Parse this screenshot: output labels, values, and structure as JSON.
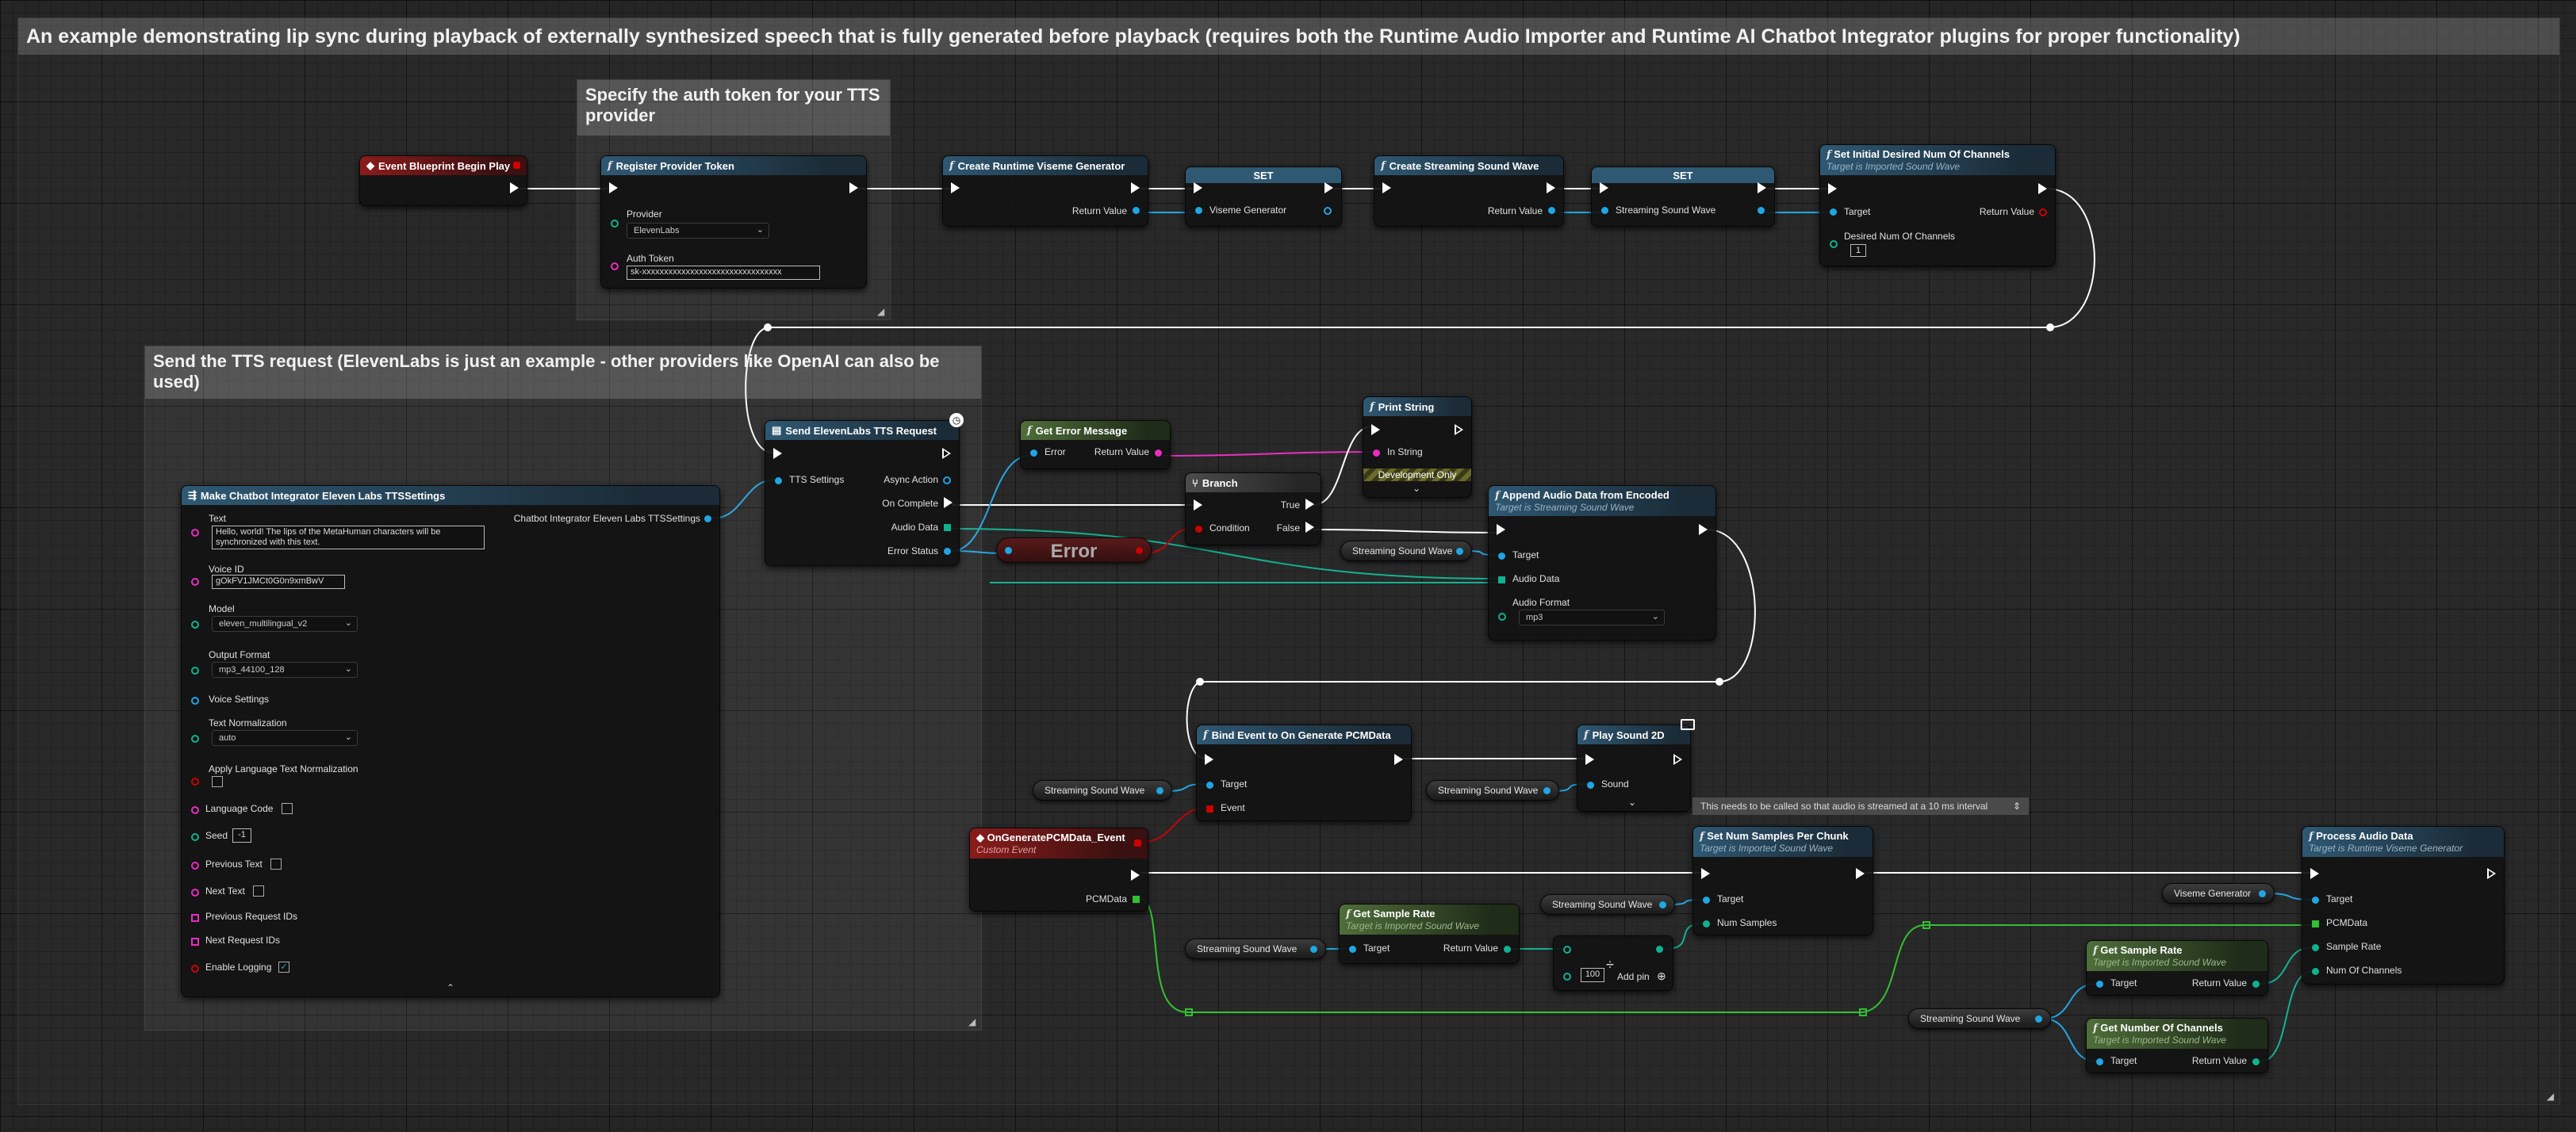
{
  "banner": "An example demonstrating lip sync during playback of externally synthesized speech that is fully generated before playback (requires both the Runtime Audio Importer and Runtime AI Chatbot Integrator plugins for proper functionality)",
  "comments": {
    "auth": "Specify the auth token for your TTS provider",
    "tts": "Send the TTS request (ElevenLabs is just an example - other providers like OpenAI can also be used)"
  },
  "nodes": {
    "begin_play": {
      "title": "Event Blueprint Begin Play"
    },
    "register_token": {
      "title": "Register Provider Token",
      "provider_label": "Provider",
      "provider_value": "ElevenLabs",
      "auth_label": "Auth Token",
      "auth_value": "sk-xxxxxxxxxxxxxxxxxxxxxxxxxxxxxxxx"
    },
    "create_viseme": {
      "title": "Create Runtime Viseme Generator",
      "return": "Return Value"
    },
    "set_viseme": {
      "title": "SET",
      "pin": "Viseme Generator"
    },
    "create_wave": {
      "title": "Create Streaming Sound Wave",
      "return": "Return Value"
    },
    "set_wave": {
      "title": "SET",
      "pin": "Streaming Sound Wave"
    },
    "set_channels": {
      "title": "Set Initial Desired Num Of Channels",
      "subtitle": "Target is Imported Sound Wave",
      "target": "Target",
      "return": "Return Value",
      "desired_label": "Desired Num Of Channels",
      "desired_value": "1"
    },
    "make_settings": {
      "title": "Make Chatbot Integrator Eleven Labs TTSSettings",
      "output": "Chatbot Integrator Eleven Labs TTSSettings",
      "text_label": "Text",
      "text_value": "Hello, world! The lips of the MetaHuman characters will be synchronized with this text.",
      "voice_label": "Voice ID",
      "voice_value": "gOkFV1JMCt0G0n9xmBwV",
      "model_label": "Model",
      "model_value": "eleven_multilingual_v2",
      "format_label": "Output Format",
      "format_value": "mp3_44100_128",
      "voice_settings": "Voice Settings",
      "norm_label": "Text Normalization",
      "norm_value": "auto",
      "apply_norm": "Apply Language Text Normalization",
      "lang": "Language Code",
      "seed_label": "Seed",
      "seed_value": "-1",
      "prev_text": "Previous Text",
      "next_text": "Next Text",
      "prev_ids": "Previous Request IDs",
      "next_ids": "Next Request IDs",
      "logging": "Enable Logging",
      "logging_check": "✓"
    },
    "send_tts": {
      "title": "Send ElevenLabs TTS Request",
      "settings": "TTS Settings",
      "async": "Async Action",
      "complete": "On Complete",
      "audio": "Audio Data",
      "status": "Error Status"
    },
    "get_error": {
      "title": "Get Error Message",
      "error": "Error",
      "return": "Return Value"
    },
    "print_string": {
      "title": "Print String",
      "in": "In String",
      "dev": "Development Only"
    },
    "branch": {
      "title": "Branch",
      "true": "True",
      "false": "False",
      "condition": "Condition"
    },
    "error_var": {
      "label": "Error"
    },
    "append": {
      "title": "Append Audio Data from Encoded",
      "subtitle": "Target is Streaming Sound Wave",
      "target": "Target",
      "audio": "Audio Data",
      "format_label": "Audio Format",
      "format_value": "mp3"
    },
    "wave_var_1": "Streaming Sound Wave",
    "bind_event": {
      "title": "Bind Event to On Generate PCMData",
      "target": "Target",
      "event": "Event"
    },
    "wave_var_2": "Streaming Sound Wave",
    "play_sound": {
      "title": "Play Sound 2D",
      "sound": "Sound"
    },
    "wave_var_3": "Streaming Sound Wave",
    "note": "This needs to be called so that audio is streamed at a 10 ms interval",
    "on_generate": {
      "title": "OnGeneratePCMData_Event",
      "subtitle": "Custom Event",
      "pcm": "PCMData"
    },
    "set_samples": {
      "title": "Set Num Samples Per Chunk",
      "subtitle": "Target is Imported Sound Wave",
      "target": "Target",
      "num": "Num Samples"
    },
    "wave_var_4": "Streaming Sound Wave",
    "get_sample_rate": {
      "title": "Get Sample Rate",
      "subtitle": "Target is Imported Sound Wave",
      "target": "Target",
      "return": "Return Value"
    },
    "wave_var_5": "Streaming Sound Wave",
    "divide": {
      "symbol": "÷",
      "value": "100",
      "add_pin": "Add pin"
    },
    "process": {
      "title": "Process Audio Data",
      "subtitle": "Target is Runtime Viseme Generator",
      "target": "Target",
      "pcm": "PCMData",
      "rate": "Sample Rate",
      "channels": "Num Of Channels"
    },
    "viseme_var": "Viseme Generator",
    "get_rate2": {
      "title": "Get Sample Rate",
      "subtitle": "Target is Imported Sound Wave",
      "target": "Target",
      "return": "Return Value"
    },
    "get_channels": {
      "title": "Get Number Of Channels",
      "subtitle": "Target is Imported Sound Wave",
      "target": "Target",
      "return": "Return Value"
    },
    "wave_var_6": "Streaming Sound Wave"
  },
  "colors": {
    "exec": "#ffffff",
    "object": "#1fa6e3",
    "string": "#ea2cc0",
    "bool": "#c00000",
    "array": "#30c030",
    "float": "#0fb28f"
  }
}
